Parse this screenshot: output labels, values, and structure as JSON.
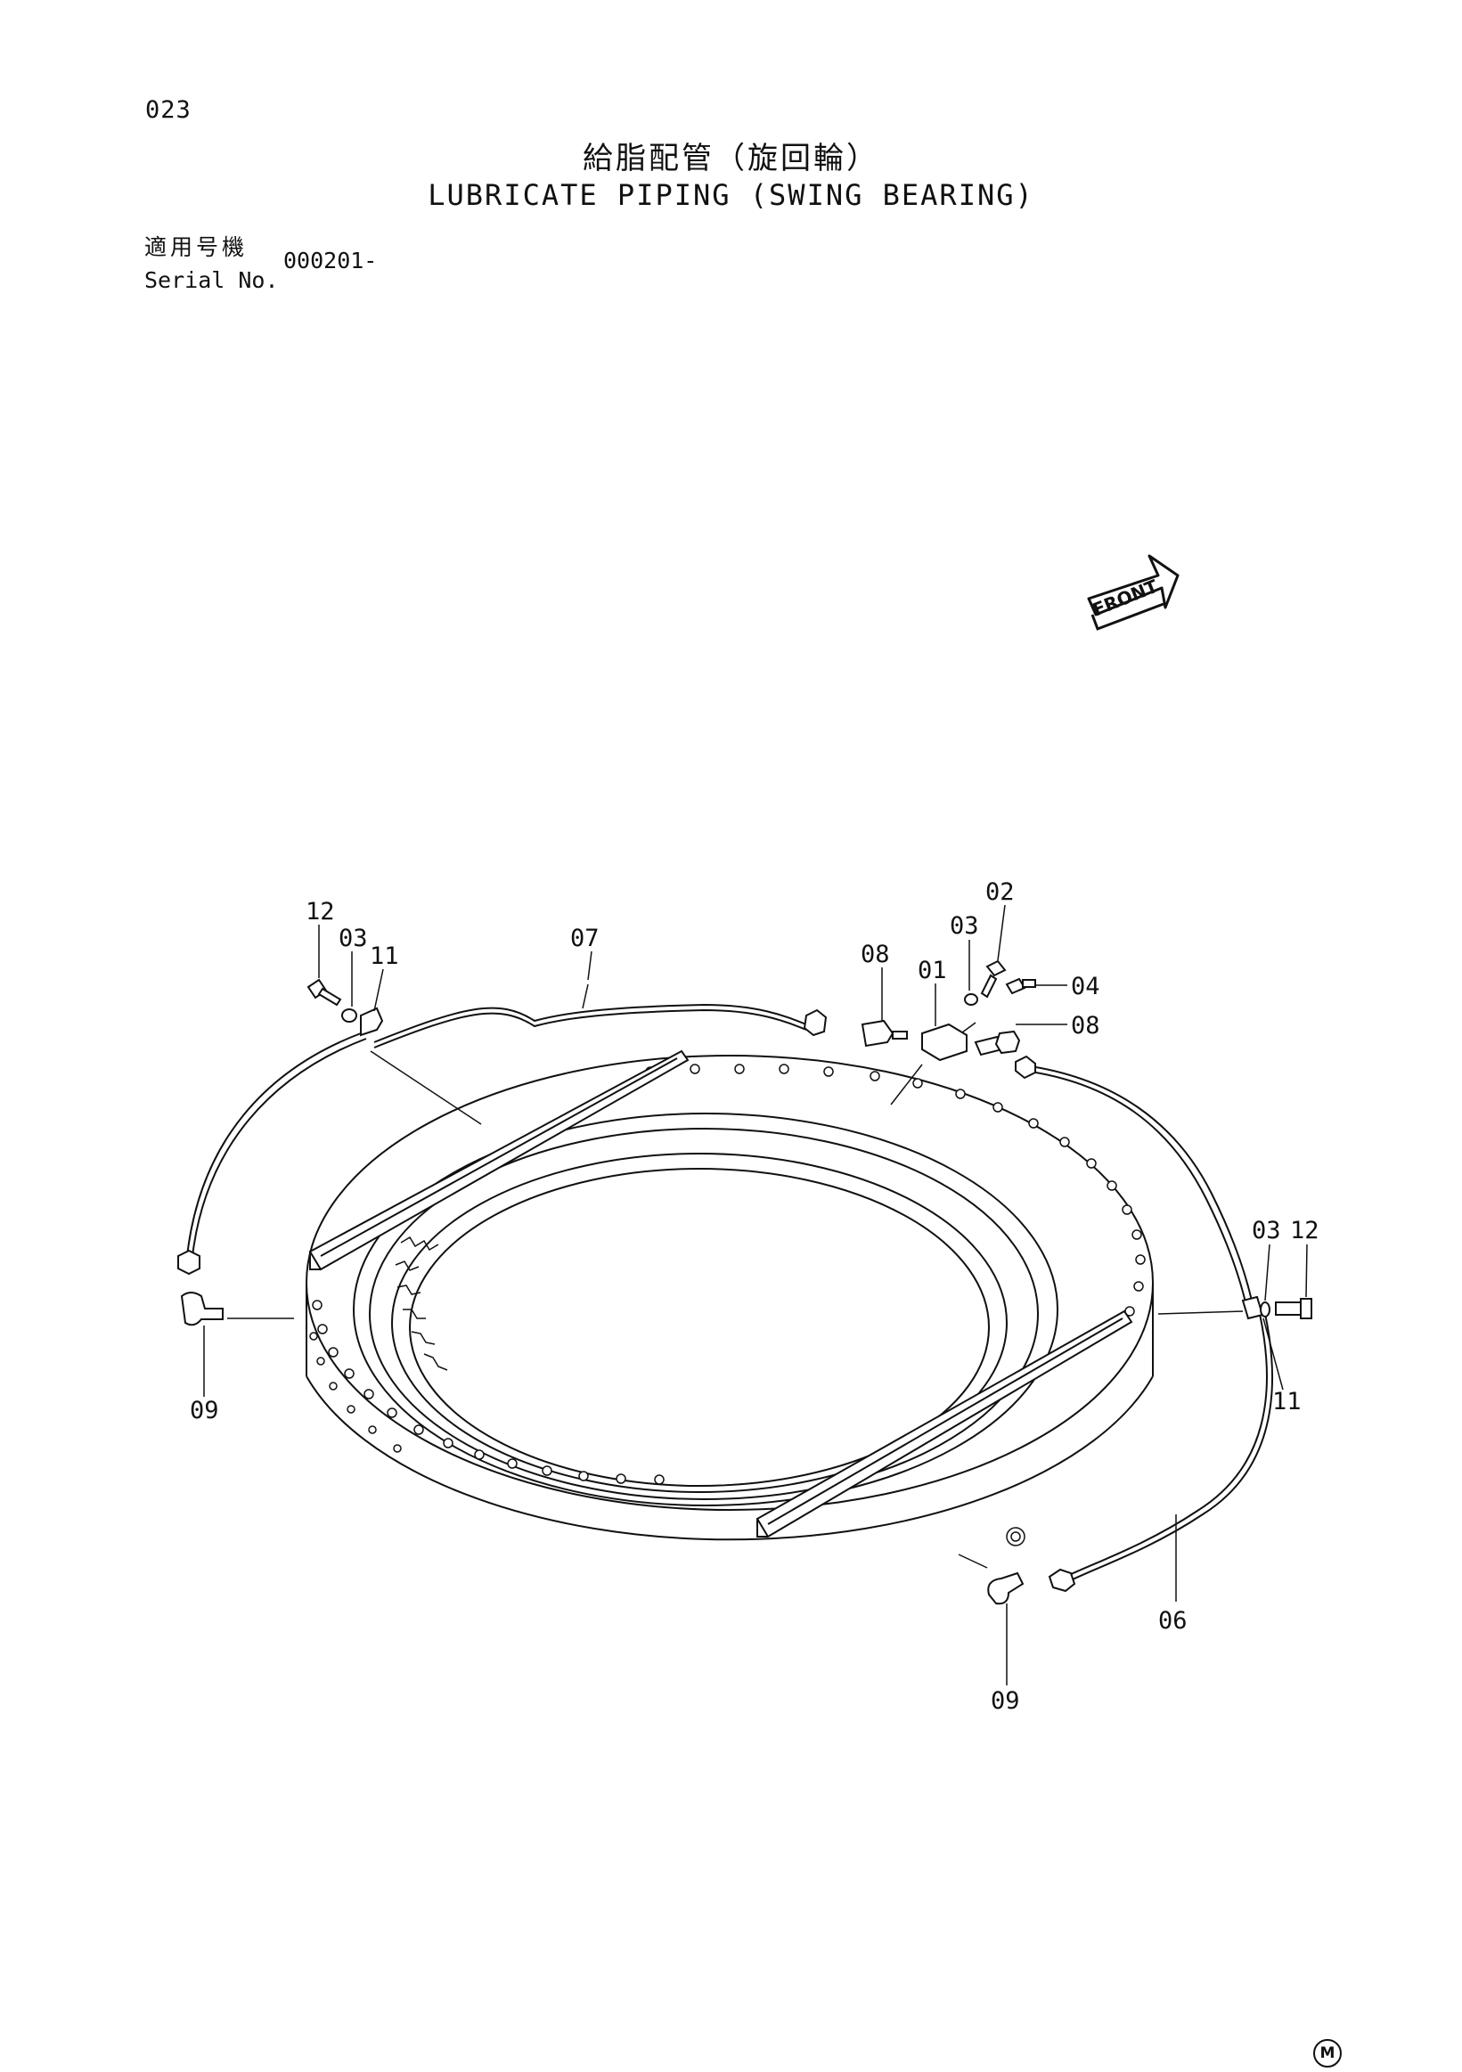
{
  "header": {
    "page_number": "023",
    "title_ja": "給脂配管（旋回輪）",
    "title_en": "LUBRICATE PIPING (SWING BEARING)"
  },
  "serial": {
    "label_ja": "適用号機",
    "label_en": "Serial No.",
    "value": "000201-"
  },
  "diagram": {
    "front_label": "FRONT",
    "callouts": {
      "c01": "01",
      "c02": "02",
      "c03a": "03",
      "c03b": "03",
      "c03c": "03",
      "c04": "04",
      "c06": "06",
      "c07": "07",
      "c08a": "08",
      "c08b": "08",
      "c09a": "09",
      "c09b": "09",
      "c11a": "11",
      "c11b": "11",
      "c12a": "12",
      "c12b": "12"
    }
  },
  "footer": {
    "mark": "M"
  }
}
